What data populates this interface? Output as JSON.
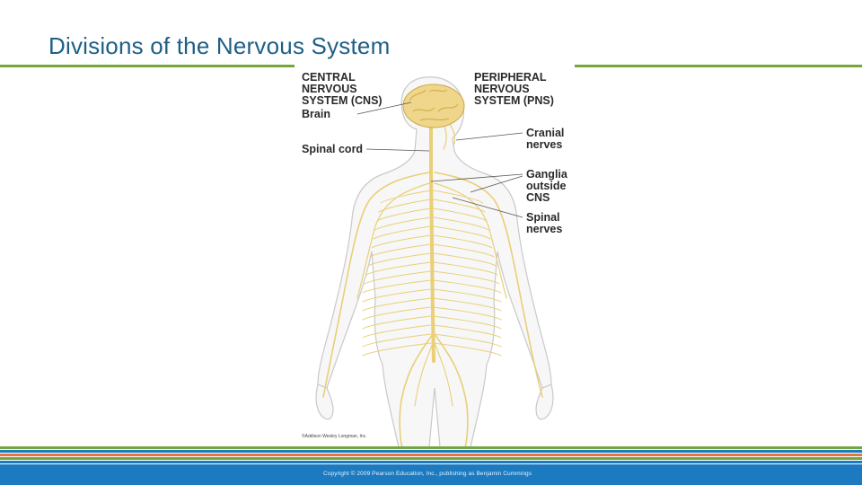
{
  "slide": {
    "title": "Divisions of the Nervous System"
  },
  "diagram": {
    "labels": {
      "cns": [
        "CENTRAL",
        "NERVOUS",
        "SYSTEM (CNS)"
      ],
      "brain": "Brain",
      "spinal_cord": "Spinal cord",
      "pns": [
        "PERIPHERAL",
        "NERVOUS",
        "SYSTEM (PNS)"
      ],
      "cranial_nerves": [
        "Cranial",
        "nerves"
      ],
      "ganglia": [
        "Ganglia",
        "outside",
        "CNS"
      ],
      "spinal_nerves": [
        "Spinal",
        "nerves"
      ]
    },
    "credit": "©Addison Wesley Longman, Inc.",
    "colors": {
      "nerve": "#e9cf78",
      "brain": "#f0d68a",
      "body_outline": "#c9c9c9",
      "body_fill": "#f7f7f7"
    }
  },
  "footer": {
    "copyright": "Copyright © 2009 Pearson Education, Inc., publishing as Benjamin Cummings"
  },
  "theme": {
    "title_color": "#1f5f86",
    "rule_color": "#73a73a",
    "stripe_colors": [
      "#73a73a",
      "#1c7ac1",
      "#e2763a",
      "#73a73a",
      "#1c7ac1"
    ],
    "footer_color": "#1c7ac1"
  }
}
